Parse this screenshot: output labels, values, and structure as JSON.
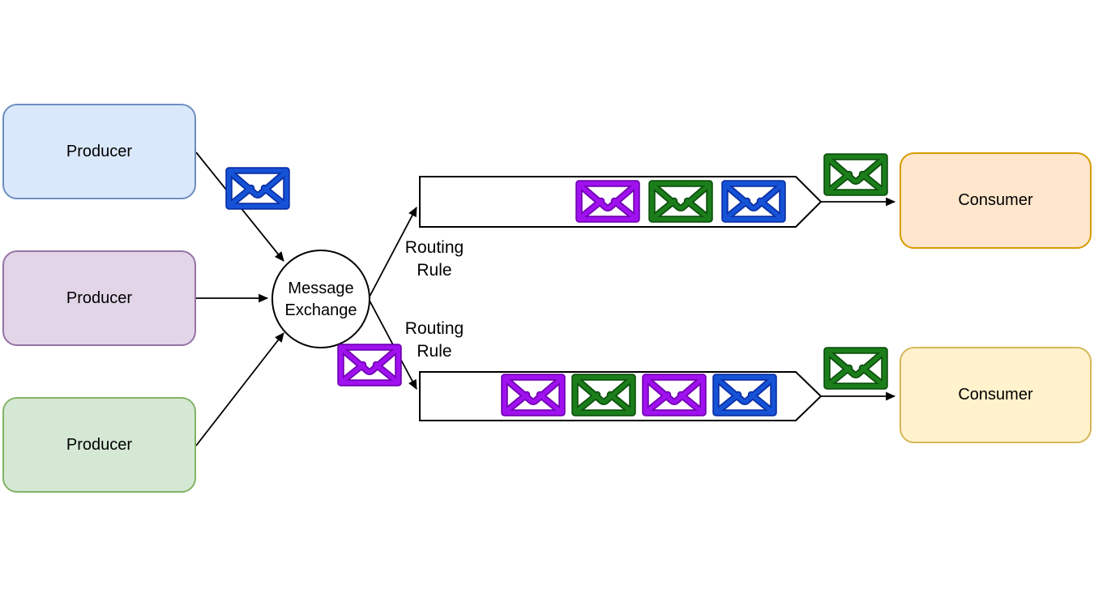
{
  "diagram": {
    "producers": [
      {
        "label": "Producer"
      },
      {
        "label": "Producer"
      },
      {
        "label": "Producer"
      }
    ],
    "exchange": {
      "label": "Message\nExchange"
    },
    "routing_rule_top": {
      "label": "Routing\nRule"
    },
    "routing_rule_bottom": {
      "label": "Routing\nRule"
    },
    "consumers": [
      {
        "label": "Consumer"
      },
      {
        "label": "Consumer"
      }
    ],
    "box_colors": {
      "producer_blue": {
        "fill": "#dae8fc",
        "stroke": "#6c8ebf"
      },
      "producer_purple": {
        "fill": "#e1d5e7",
        "stroke": "#9673a6"
      },
      "producer_green": {
        "fill": "#d5e8d4",
        "stroke": "#82b366"
      },
      "consumer_orange": {
        "fill": "#ffe6cc",
        "stroke": "#d79b00"
      },
      "consumer_yellow": {
        "fill": "#fff2cc",
        "stroke": "#d6b656"
      }
    },
    "line_color": "#000000",
    "messages": {
      "palette": {
        "blue": {
          "main": "#1552d6",
          "dark": "#0b2fa5"
        },
        "purple": {
          "main": "#a011ef",
          "dark": "#7100b3"
        },
        "green": {
          "main": "#1b7e1b",
          "dark": "#0c500c"
        }
      },
      "producer1_to_exchange": [
        "blue"
      ],
      "exchange_to_queue2": [
        "purple"
      ],
      "queue1": [
        "purple",
        "green",
        "blue"
      ],
      "queue2": [
        "purple",
        "green",
        "purple",
        "blue"
      ],
      "queue1_to_consumer": [
        "green"
      ],
      "queue2_to_consumer": [
        "green"
      ]
    }
  }
}
